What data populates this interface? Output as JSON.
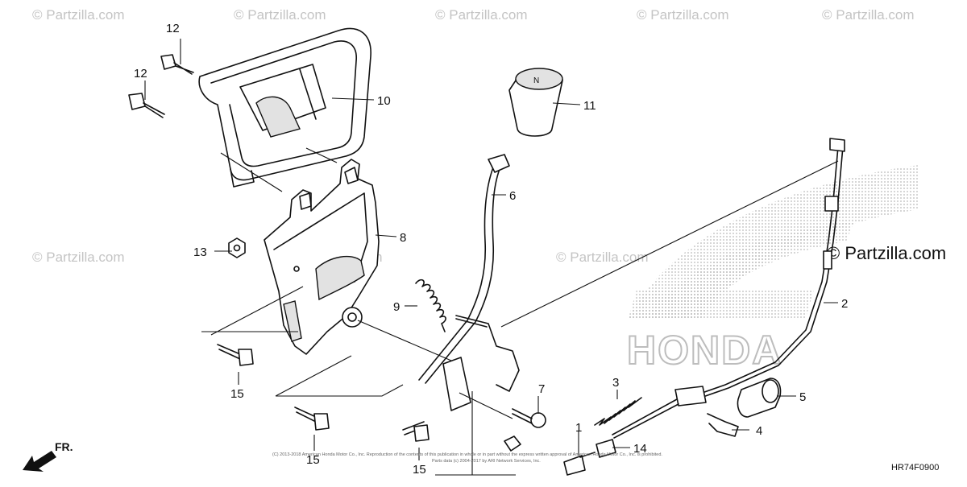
{
  "watermark": {
    "text": "© Partzilla.com",
    "emphasized_text": "© Partzilla.com"
  },
  "logo": {
    "text": "HONDA"
  },
  "diagram_code": "HR74F0900",
  "direction_label": "FR.",
  "copyright_line_1": "(C) 2013-2018 American Honda Motor Co., Inc. Reproduction of the contents of this publication in whole or in part without the express written approval of American Honda Motor Co., Inc. is prohibited.",
  "copyright_line_2": "Parts data (c) 2004-2017 by ARI Network Services, Inc.",
  "callouts": [
    "1",
    "2",
    "3",
    "4",
    "5",
    "6",
    "7",
    "8",
    "9",
    "10",
    "11",
    "12",
    "12",
    "13",
    "14",
    "15",
    "15",
    "15"
  ]
}
